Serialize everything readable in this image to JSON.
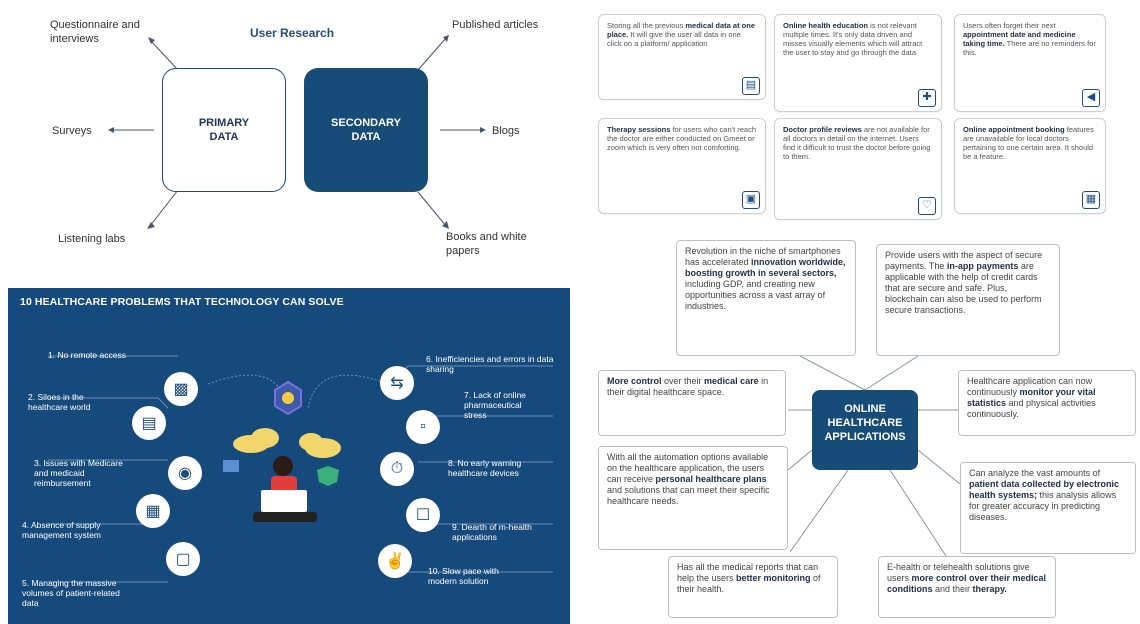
{
  "user_research": {
    "title": "User Research",
    "primary": "PRIMARY DATA",
    "secondary": "SECONDARY DATA",
    "left_items": [
      "Questionnaire and interviews",
      "Surveys",
      "Listening labs"
    ],
    "right_items": [
      "Published articles",
      "Blogs",
      "Books and white papers"
    ]
  },
  "healthcare_problems": {
    "title": "10 HEALTHCARE PROBLEMS THAT TECHNOLOGY CAN SOLVE",
    "items": [
      "1. No remote access",
      "2. Siloes in the healthcare world",
      "3. Issues with Medicare and medicaid reimbursement",
      "4. Absence of supply management system",
      "5. Managing the massive volumes of patient-related data",
      "6. Inefficiencies and errors in data sharing",
      "7. Lack of online pharmaceutical stress",
      "8. No early warning healthcare devices",
      "9. Dearth of m-health applications",
      "10. Slow pace with modern solution"
    ]
  },
  "problem_cards": [
    {
      "pre": "Storing all the previous ",
      "bold": "medical data at one place.",
      "post": " It will give the user all data in one click on a platform/ application",
      "icon": "clipboard-icon"
    },
    {
      "pre": "",
      "bold": "Online health education",
      "post": " is not relevant multiple times. It's only data driven and misses visually elements which will attract the user to stay and go through the data",
      "icon": "medical-record-icon"
    },
    {
      "pre": "Users often forget their next ",
      "bold": "appointment date and medicine taking time.",
      "post": " There are no reminders for this.",
      "icon": "bell-icon"
    },
    {
      "pre": "",
      "bold": "Therapy sessions",
      "post": " for users who can't reach the doctor are either conducted on Gmeet or zoom which is very often not comforting.",
      "icon": "video-call-icon"
    },
    {
      "pre": "",
      "bold": "Doctor profile reviews",
      "post": " are not available for all doctors in detail on the internet. Users find it difficult to trust the doctor before going to them.",
      "icon": "review-heart-icon"
    },
    {
      "pre": "",
      "bold": "Online appointment booking",
      "post": " features are unavailable for local doctors pertaining to one certain area. It should be a feature.",
      "icon": "calendar-icon"
    }
  ],
  "mind_map": {
    "center": "ONLINE HEALTHCARE APPLICATIONS",
    "nodes": [
      {
        "pre": "Revolution in the niche of smartphones has accelerated ",
        "bold": "innovation worldwide, boosting growth in several sectors,",
        "post": " including GDP, and creating new opportunities across a vast array of industries."
      },
      {
        "pre": "Provide users with the aspect of secure payments. The ",
        "bold": "in-app payments",
        "post": " are applicable with the help of credit cards that are secure and safe. Plus, blockchain can also be used to perform secure transactions."
      },
      {
        "pre": "",
        "bold": "More control",
        "post": " over their ",
        "bold2": "medical care",
        "post2": " in their digital healthcare space."
      },
      {
        "pre": "Healthcare application can now continuously ",
        "bold": "monitor your vital statistics",
        "post": " and physical activities continuously."
      },
      {
        "pre": "With all the automation options available on the healthcare application, the users can receive ",
        "bold": "personal healthcare plans",
        "post": " and solutions that can meet their specific healthcare needs."
      },
      {
        "pre": "Can analyze the vast amounts of ",
        "bold": "patient data collected by electronic health systems;",
        "post": " this analysis allows for greater accuracy in predicting diseases."
      },
      {
        "pre": "Has all the medical reports that can help the users ",
        "bold": "better monitoring",
        "post": " of their health."
      },
      {
        "pre": "E-health or telehealth solutions give users ",
        "bold": "more control over their medical conditions",
        "post": " and their ",
        "bold2": "therapy."
      }
    ]
  }
}
